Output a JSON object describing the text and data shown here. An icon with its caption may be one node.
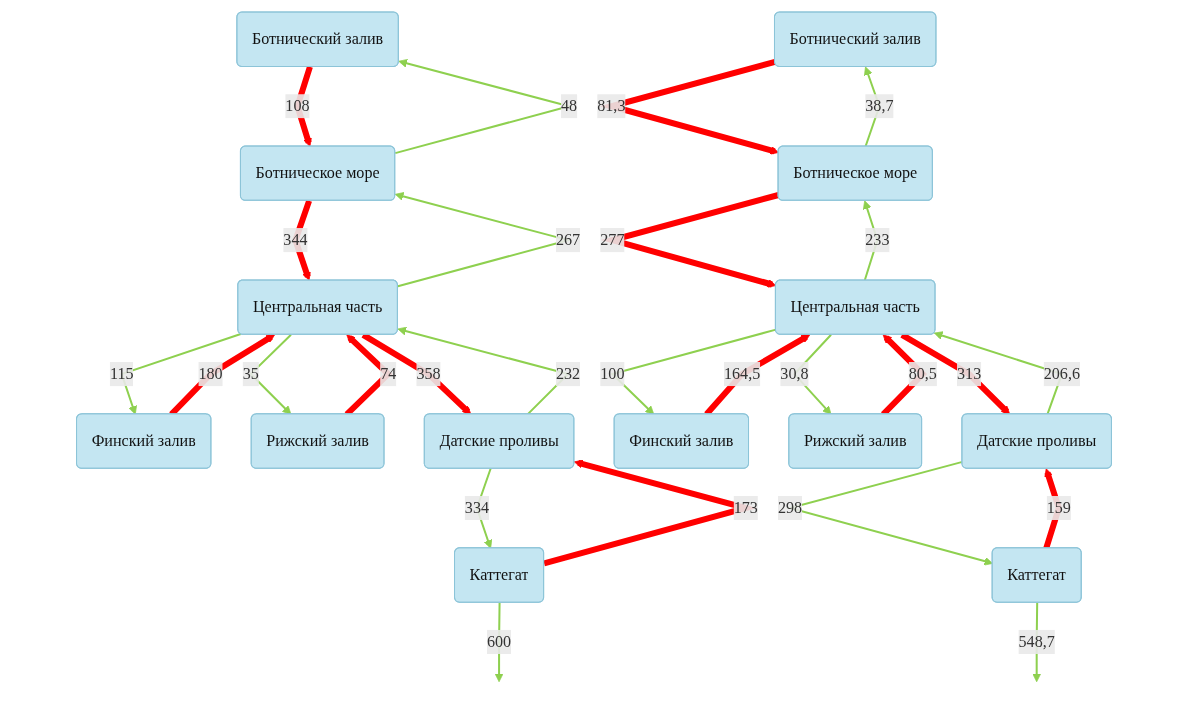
{
  "diagram": {
    "nodes": [
      {
        "text": [
          "Ботнический залив"
        ]
      },
      {
        "text": [
          "Ботническое море"
        ]
      },
      {
        "text": [
          "Финский залив"
        ]
      },
      {
        "text": [
          "Каттегат"
        ]
      },
      {
        "text": [
          "Центральная часть"
        ]
      },
      {
        "text": [
          "Рижский залив"
        ]
      },
      {
        "text": [
          "Датские проливы"
        ]
      },
      {
        "text": [
          "Ботнический залив"
        ]
      },
      {
        "text": [
          "Ботническое море"
        ]
      },
      {
        "text": [
          "Финский залив"
        ]
      },
      {
        "text": [
          "Каттегат"
        ]
      },
      {
        "text": [
          "Центральная часть"
        ]
      },
      {
        "text": [
          "Рижский залив"
        ]
      },
      {
        "text": [
          "Датские проливы"
        ]
      }
    ],
    "edges": [
      {
        "from": 0,
        "to": 1,
        "arrow": "to",
        "label": "108",
        "style": "thick",
        "color": "#ff0000"
      },
      {
        "from": 1,
        "to": 0,
        "arrow": "to",
        "label": "48"
      },
      {
        "from": 1,
        "to": 4,
        "arrow": "to",
        "label": "344",
        "style": "thick",
        "color": "#ff0000"
      },
      {
        "from": 4,
        "to": 1,
        "arrow": "to",
        "label": "267"
      },
      {
        "from": 4,
        "to": 2,
        "arrow": "to",
        "label": "115"
      },
      {
        "from": 2,
        "to": 4,
        "arrow": "to",
        "label": "180",
        "style": "thick",
        "color": "#ff0000"
      },
      {
        "from": 3,
        "to": null,
        "arrow": "to",
        "label": "600"
      },
      {
        "from": 5,
        "to": 4,
        "arrow": "to",
        "label": "74",
        "style": "thick",
        "color": "#ff0000"
      },
      {
        "from": 3,
        "to": 6,
        "arrow": "to",
        "label": "173",
        "style": "thick",
        "color": "#ff0000"
      },
      {
        "from": 6,
        "to": 3,
        "arrow": "to",
        "label": "334"
      },
      {
        "from": 4,
        "to": 6,
        "arrow": "to",
        "label": "358",
        "style": "thick",
        "color": "#ff0000"
      },
      {
        "from": 4,
        "to": 5,
        "arrow": "to",
        "label": "35"
      },
      {
        "from": 6,
        "to": 4,
        "arrow": "to",
        "label": "232"
      },
      {
        "from": 7,
        "to": 8,
        "arrow": "to",
        "label": "81,3",
        "style": "thick",
        "color": "#ff0000"
      },
      {
        "from": 8,
        "to": 7,
        "arrow": "to",
        "label": "38,7"
      },
      {
        "from": 8,
        "to": 11,
        "arrow": "to",
        "label": "277",
        "style": "thick",
        "color": "#ff0000"
      },
      {
        "from": 11,
        "to": 8,
        "arrow": "to",
        "label": "233"
      },
      {
        "from": 11,
        "to": 9,
        "arrow": "to",
        "label": "100"
      },
      {
        "from": 10,
        "to": null,
        "arrow": "to",
        "label": "548,7"
      },
      {
        "from": 9,
        "to": 11,
        "arrow": "to",
        "label": "164,5",
        "style": "thick",
        "color": "#ff0000"
      },
      {
        "from": 12,
        "to": 11,
        "arrow": "to",
        "label": "80,5",
        "style": "thick",
        "color": "#ff0000"
      },
      {
        "from": 10,
        "to": 13,
        "arrow": "to",
        "label": "159",
        "style": "thick",
        "color": "#ff0000"
      },
      {
        "from": 13,
        "to": 10,
        "arrow": "to",
        "label": "298"
      },
      {
        "from": 11,
        "to": 13,
        "arrow": "to",
        "label": "313",
        "style": "thick",
        "color": "#ff0000"
      },
      {
        "from": 11,
        "to": 12,
        "arrow": "to",
        "label": "30,8"
      },
      {
        "from": 13,
        "to": 11,
        "arrow": "to",
        "label": "206,6"
      }
    ]
  }
}
